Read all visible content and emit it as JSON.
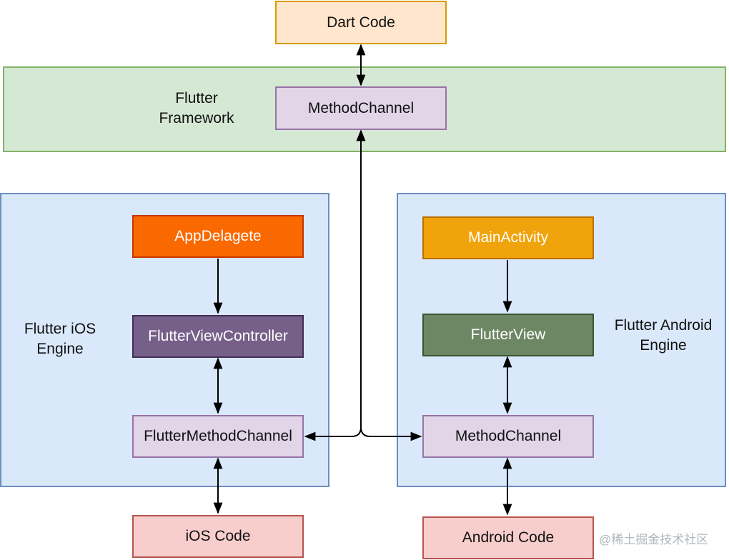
{
  "colors": {
    "framework_fill": "#d5e8d4",
    "framework_border": "#82b366",
    "engine_fill": "#dae8fc",
    "engine_border": "#6c8ebf",
    "dart_fill": "#ffe6cc",
    "dart_border": "#d79b00",
    "channel_fill": "#e1d5e7",
    "channel_border": "#9673a6",
    "native_fill": "#f8cecc",
    "native_border": "#b85450",
    "appdelegate_fill": "#fa6800",
    "appdelegate_border": "#c73500",
    "mainactivity_fill": "#f0a30a",
    "mainactivity_border": "#bd7000",
    "vc_fill": "#76608a",
    "vc_border": "#432d57",
    "flutterview_fill": "#6d8764",
    "flutterview_border": "#3a5431"
  },
  "regions": {
    "framework": {
      "label_lines": [
        "Flutter",
        "Framework"
      ]
    },
    "ios_engine": {
      "label_lines": [
        "Flutter iOS",
        "Engine"
      ]
    },
    "android_engine": {
      "label_lines": [
        "Flutter Android",
        "Engine"
      ]
    }
  },
  "nodes": {
    "dart_code": "Dart Code",
    "framework_method_channel": "MethodChannel",
    "app_delegate": "AppDelagete",
    "flutter_view_controller": "FlutterViewController",
    "flutter_method_channel": "FlutterMethodChannel",
    "ios_code": "iOS Code",
    "main_activity": "MainActivity",
    "flutter_view": "FlutterView",
    "android_method_channel": "MethodChannel",
    "android_code": "Android Code"
  },
  "edges": [
    {
      "from": "dart_code",
      "to": "framework_method_channel",
      "style": "bidirectional"
    },
    {
      "from": "app_delegate",
      "to": "flutter_view_controller",
      "style": "directed"
    },
    {
      "from": "flutter_view_controller",
      "to": "flutter_method_channel",
      "style": "bidirectional"
    },
    {
      "from": "flutter_method_channel",
      "to": "ios_code",
      "style": "bidirectional"
    },
    {
      "from": "main_activity",
      "to": "flutter_view",
      "style": "directed"
    },
    {
      "from": "flutter_view",
      "to": "android_method_channel",
      "style": "bidirectional"
    },
    {
      "from": "android_method_channel",
      "to": "android_code",
      "style": "bidirectional"
    },
    {
      "from": "framework_method_channel",
      "to": "flutter_method_channel",
      "style": "bidirectional"
    },
    {
      "from": "framework_method_channel",
      "to": "android_method_channel",
      "style": "bidirectional"
    }
  ],
  "watermark": "@稀土掘金技术社区"
}
